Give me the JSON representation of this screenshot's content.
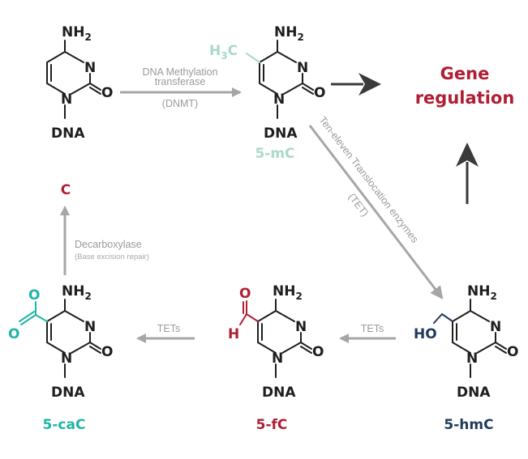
{
  "atoms": {
    "nh2_main": "NH",
    "nh2_sub": "2",
    "nitrogen": "N",
    "oxygen": "O",
    "dna": "DNA",
    "hydrogen": "H",
    "methyl_main": "H",
    "methyl_sub": "3",
    "methyl_c": "C",
    "hydroxyl": "HO"
  },
  "molecules": {
    "mc_label": "5-mC",
    "hmc_label": "5-hmC",
    "fc_label": "5-fC",
    "cac_label": "5-caC",
    "c_label": "C"
  },
  "enzymes": {
    "dnmt_line1": "DNA Methylation",
    "dnmt_line2": "transferase",
    "dnmt_line3": "(DNMT)",
    "tet_line1": "Ten-eleven Translocation enzymes",
    "tet_line2": "(TET)",
    "tets_right": "TETs",
    "tets_left": "TETs",
    "decarb_line1": "Decarboxylase",
    "decarb_line2": "(Base excision repair)"
  },
  "gene_regulation": {
    "line1": "Gene",
    "line2": "regulation"
  },
  "colors": {
    "ink": "#1e1e1e",
    "arrow_gray": "#a6a6a6",
    "dark_arrow": "#3a3a3a",
    "methyl_mint": "#a9d9cc",
    "hydroxyl_navy": "#1f3a5a",
    "formyl_red": "#b01e34",
    "carboxyl_teal": "#1fb5a6",
    "gene_red": "#b01e34"
  }
}
